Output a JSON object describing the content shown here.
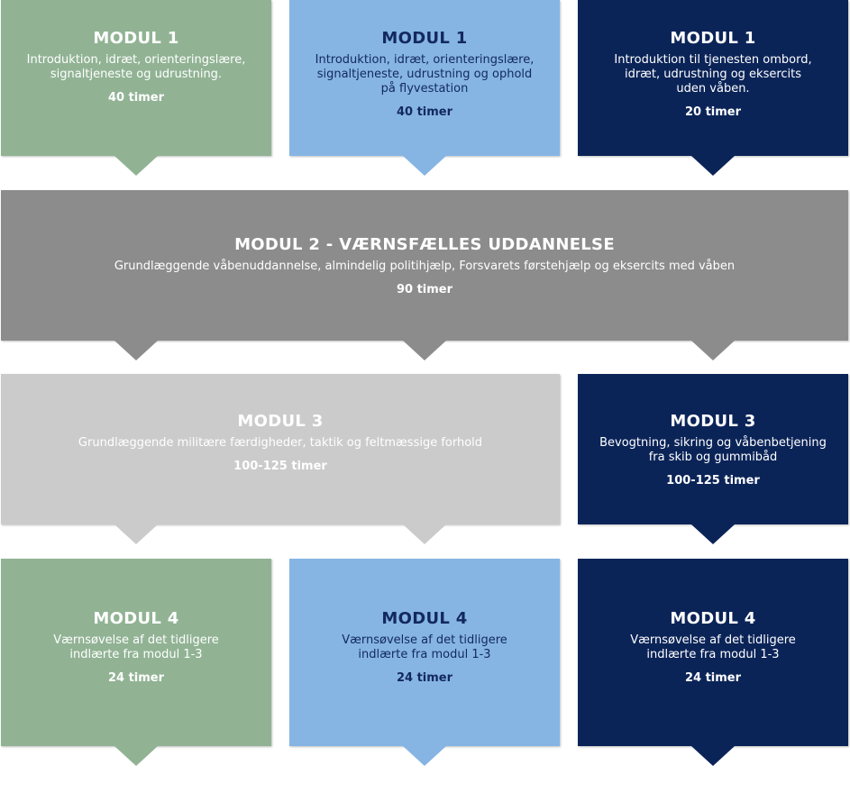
{
  "colors": {
    "green": "#91b394",
    "light_blue": "#86b5e4",
    "navy": "#0b2458",
    "gray": "#8c8c8c",
    "light_gray": "#cbcbcb"
  },
  "row1": [
    {
      "title": "MODUL 1",
      "desc": "Introduktion, idræt, orienteringslære,\nsignaltjeneste og udrustning.",
      "hours": "40 timer"
    },
    {
      "title": "MODUL 1",
      "desc": "Introduktion, idræt, orienteringslære,\nsignaltjeneste, udrustning og ophold\npå flyvestation",
      "hours": "40 timer"
    },
    {
      "title": "MODUL 1",
      "desc": "Introduktion til tjenesten ombord,\nidræt, udrustning og eksercits\nuden våben.",
      "hours": "20 timer"
    }
  ],
  "row2": {
    "title": "MODUL 2 - VÆRNSFÆLLES UDDANNELSE",
    "desc": "Grundlæggende våbenuddannelse, almindelig politihjælp, Forsvarets førstehjælp og eksercits med våben",
    "hours": "90 timer"
  },
  "row3": [
    {
      "title": "MODUL 3",
      "desc": "Grundlæggende militære færdigheder, taktik og feltmæssige forhold",
      "hours": "100-125 timer"
    },
    {
      "title": "MODUL 3",
      "desc": "Bevogtning, sikring og våbenbetjening\nfra skib og gummibåd",
      "hours": "100-125 timer"
    }
  ],
  "row4": [
    {
      "title": "MODUL 4",
      "desc": "Værnsøvelse af det tidligere\nindlærte fra modul 1-3",
      "hours": "24 timer"
    },
    {
      "title": "MODUL 4",
      "desc": "Værnsøvelse af det tidligere\nindlærte fra modul 1-3",
      "hours": "24 timer"
    },
    {
      "title": "MODUL 4",
      "desc": "Værnsøvelse af det tidligere\nindlærte fra modul 1-3",
      "hours": "24 timer"
    }
  ]
}
